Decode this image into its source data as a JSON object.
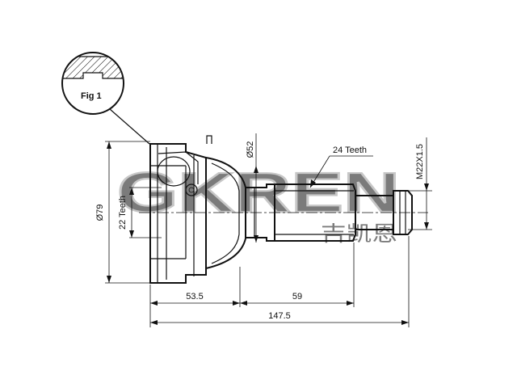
{
  "figure": {
    "callout_label": "Fig 1",
    "watermark_latin": "GKREN",
    "watermark_cjk": "吉凯恩"
  },
  "dimensions": {
    "outer_diameter": "Ø79",
    "stem_diameter": "Ø52",
    "inner_teeth": "22 Teeth",
    "outer_teeth": "24 Teeth",
    "thread": "M22X1.5",
    "length_body": "53.5",
    "length_shaft": "59",
    "length_total": "147.5"
  }
}
